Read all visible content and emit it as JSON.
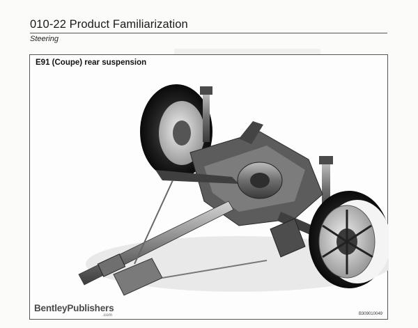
{
  "header": {
    "title": "010-22 Product Familiarization",
    "section": "Steering"
  },
  "figure": {
    "title": "E91 (Coupe) rear suspension",
    "publisher_logo": "BentleyPublishers",
    "publisher_logo_sub": ".com",
    "figure_code": "B309010049"
  }
}
